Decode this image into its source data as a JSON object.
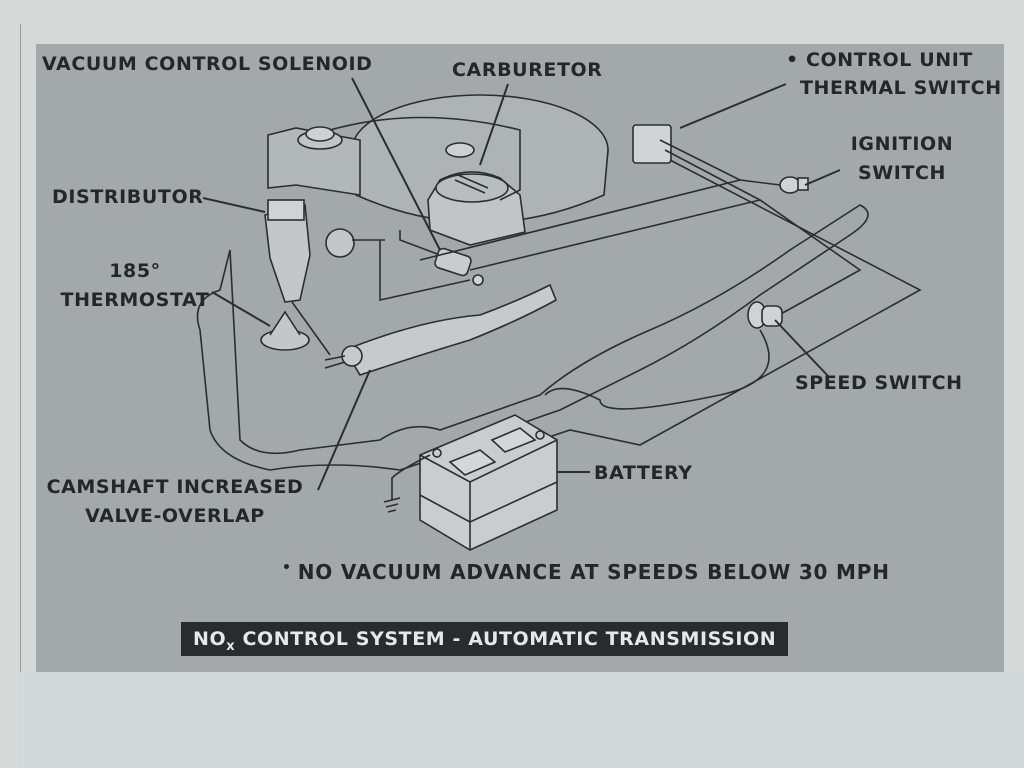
{
  "figure": {
    "caption": {
      "prefix": "NO",
      "subscript": "x",
      "suffix": " CONTROL SYSTEM - AUTOMATIC TRANSMISSION"
    },
    "note": {
      "bullet": "•",
      "text": "NO VACUUM ADVANCE AT SPEEDS BELOW 30 MPH"
    },
    "labels": {
      "vacuum_control_solenoid": "VACUUM CONTROL SOLENOID",
      "carburetor": "CARBURETOR",
      "control_unit_bullet": "•",
      "control_unit_line1": "CONTROL UNIT",
      "control_unit_line2": "THERMAL SWITCH",
      "ignition_switch_line1": "IGNITION",
      "ignition_switch_line2": "SWITCH",
      "distributor": "DISTRIBUTOR",
      "thermostat_line1": "185°",
      "thermostat_line2": "THERMOSTAT",
      "speed_switch": "SPEED SWITCH",
      "battery": "BATTERY",
      "camshaft_line1": "CAMSHAFT INCREASED",
      "camshaft_line2": "VALVE-OVERLAP"
    }
  },
  "colors": {
    "page": "#d5dad9",
    "panel": "#a3a8ab",
    "ink": "#262628",
    "caption_bg": "#2a2b2e",
    "caption_text": "#e6e8e8"
  }
}
